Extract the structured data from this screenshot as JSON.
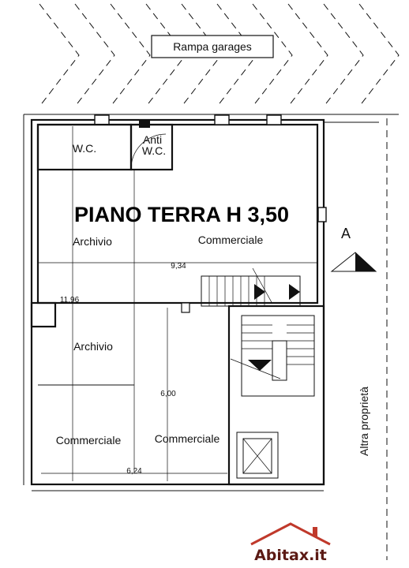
{
  "plan": {
    "title": "PIANO TERRA H 3,50",
    "ramp_label": "Rampa garages",
    "neighbor_label": "Altra proprietà",
    "section_marker": "A",
    "rooms": {
      "wc": "W.C.",
      "antiwc_line1": "Anti",
      "antiwc_line2": "W.C.",
      "archivio_top": "Archivio",
      "commerciale_top": "Commerciale",
      "archivio_mid": "Archivio",
      "commerciale_bottom_left": "Commerciale",
      "commerciale_bottom_right": "Commerciale"
    },
    "dimensions": {
      "width_top": "9,34",
      "height_left": "11,96",
      "height_mid": "6,00",
      "width_bottom": "6,24"
    }
  },
  "logo": {
    "text": "Abitax.it",
    "colors": {
      "roof": "#c0392b",
      "text_dark": "#5b1a14",
      "accent": "#c0392b"
    }
  }
}
